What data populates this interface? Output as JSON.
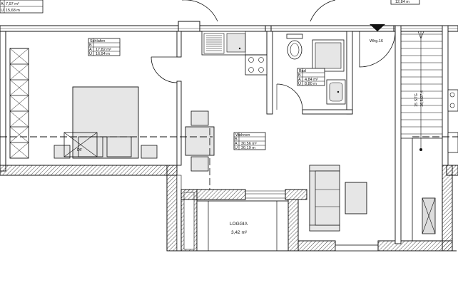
{
  "rooms": {
    "topleft": {
      "a": "A",
      "a_val": "7,97 m²",
      "u": "U",
      "u_val": "15,68 m"
    },
    "schlafen": {
      "name": "Schlafen",
      "b": "B",
      "a": "A",
      "a_val": "17,82 m²",
      "u": "U",
      "u_val": "16,94 m"
    },
    "bad": {
      "name": "Bad",
      "b": "B",
      "a": "A",
      "a_val": "4,84 m²",
      "u": "U",
      "u_val": "8,80 m"
    },
    "wohnen": {
      "name": "Wohnen",
      "b": "B",
      "a": "A",
      "a_val": "30,56 m²",
      "u": "U",
      "u_val": "30,19 m"
    },
    "loggia": {
      "name": "LOGGIA",
      "area": "3,42 m²"
    },
    "topright": {
      "val": "12,84 m"
    }
  },
  "unit_label": "Whg.16",
  "stair": {
    "line1": "15 STG",
    "line2": "16,5/27,4"
  },
  "dr_label": "DF"
}
